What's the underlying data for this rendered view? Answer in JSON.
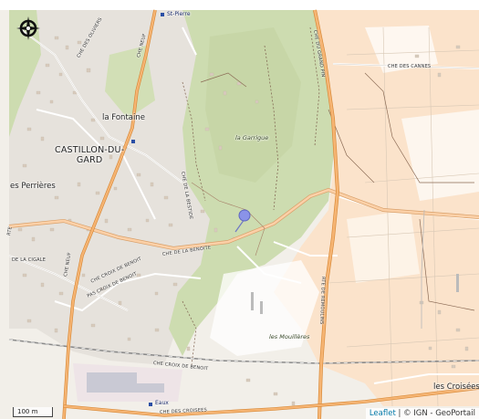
{
  "map": {
    "places": [
      {
        "id": "place-castillon",
        "text": "CASTILLON-DU-\nGARD",
        "kind": "town"
      },
      {
        "id": "place-fontaine",
        "text": "la Fontaine",
        "kind": "locality"
      },
      {
        "id": "place-perrieres",
        "text": "es Perrières",
        "kind": "locality"
      },
      {
        "id": "place-garrigue",
        "text": "la Garrigue",
        "kind": "natural"
      },
      {
        "id": "place-mouillieres",
        "text": "les Mouillères",
        "kind": "natural"
      },
      {
        "id": "place-croisees",
        "text": "les Croisées",
        "kind": "locality"
      },
      {
        "id": "place-st-pierre",
        "text": "St-Pierre",
        "kind": "small"
      },
      {
        "id": "place-eaux",
        "text": "Eaux",
        "kind": "small"
      }
    ],
    "roads": [
      {
        "id": "road-che-des-cannes",
        "text": "CHE DES CANNES"
      },
      {
        "id": "road-che-de-la-benoite",
        "text": "CHE DE LA BENOITE"
      },
      {
        "id": "road-che-de-la-cigale",
        "text": "DE LA CIGALE"
      },
      {
        "id": "road-che-croix-de-benoit",
        "text": "CHE CROIX DE BENOIT"
      },
      {
        "id": "road-pas-croix-de-benoit",
        "text": "PAS CROIX DE BENOIT"
      },
      {
        "id": "road-che-croix-de-benoit-2",
        "text": "CHE CROIX DE BENOIT"
      },
      {
        "id": "road-che-des-croisees",
        "text": "CHE DES CROISEES"
      },
      {
        "id": "road-rte-de-remoulins",
        "text": "RTE DE REMOULINS"
      },
      {
        "id": "road-che-neuf",
        "text": "CHE NEUF"
      },
      {
        "id": "road-che-du-grand-pin",
        "text": "CHE DU GRAND PIN"
      },
      {
        "id": "road-che-des-oliviers",
        "text": "CHE DES OLIVIERS"
      },
      {
        "id": "road-che-de-la-bestide",
        "text": "CHE DE LA BESTIDE"
      },
      {
        "id": "road-che-neuf-2",
        "text": "CHE NEUF"
      },
      {
        "id": "road-route-n",
        "text": "RTE"
      }
    ],
    "scale_label": "100 m",
    "attribution": {
      "leaflet": "Leaflet",
      "separator": " | © IGN - GeoPortail"
    },
    "colors": {
      "background": "#f2efe9",
      "forest": "#cfdcb2",
      "farmland": "#fbe2c8",
      "residential": "#e8e4de",
      "main_road": "#f5b87a",
      "road_casing": "#d59a5f",
      "minor_road": "#ffffff",
      "marker": "#8a93e8"
    },
    "icons": {
      "compass": "compass-rose-icon",
      "marker": "location-marker-icon"
    }
  }
}
